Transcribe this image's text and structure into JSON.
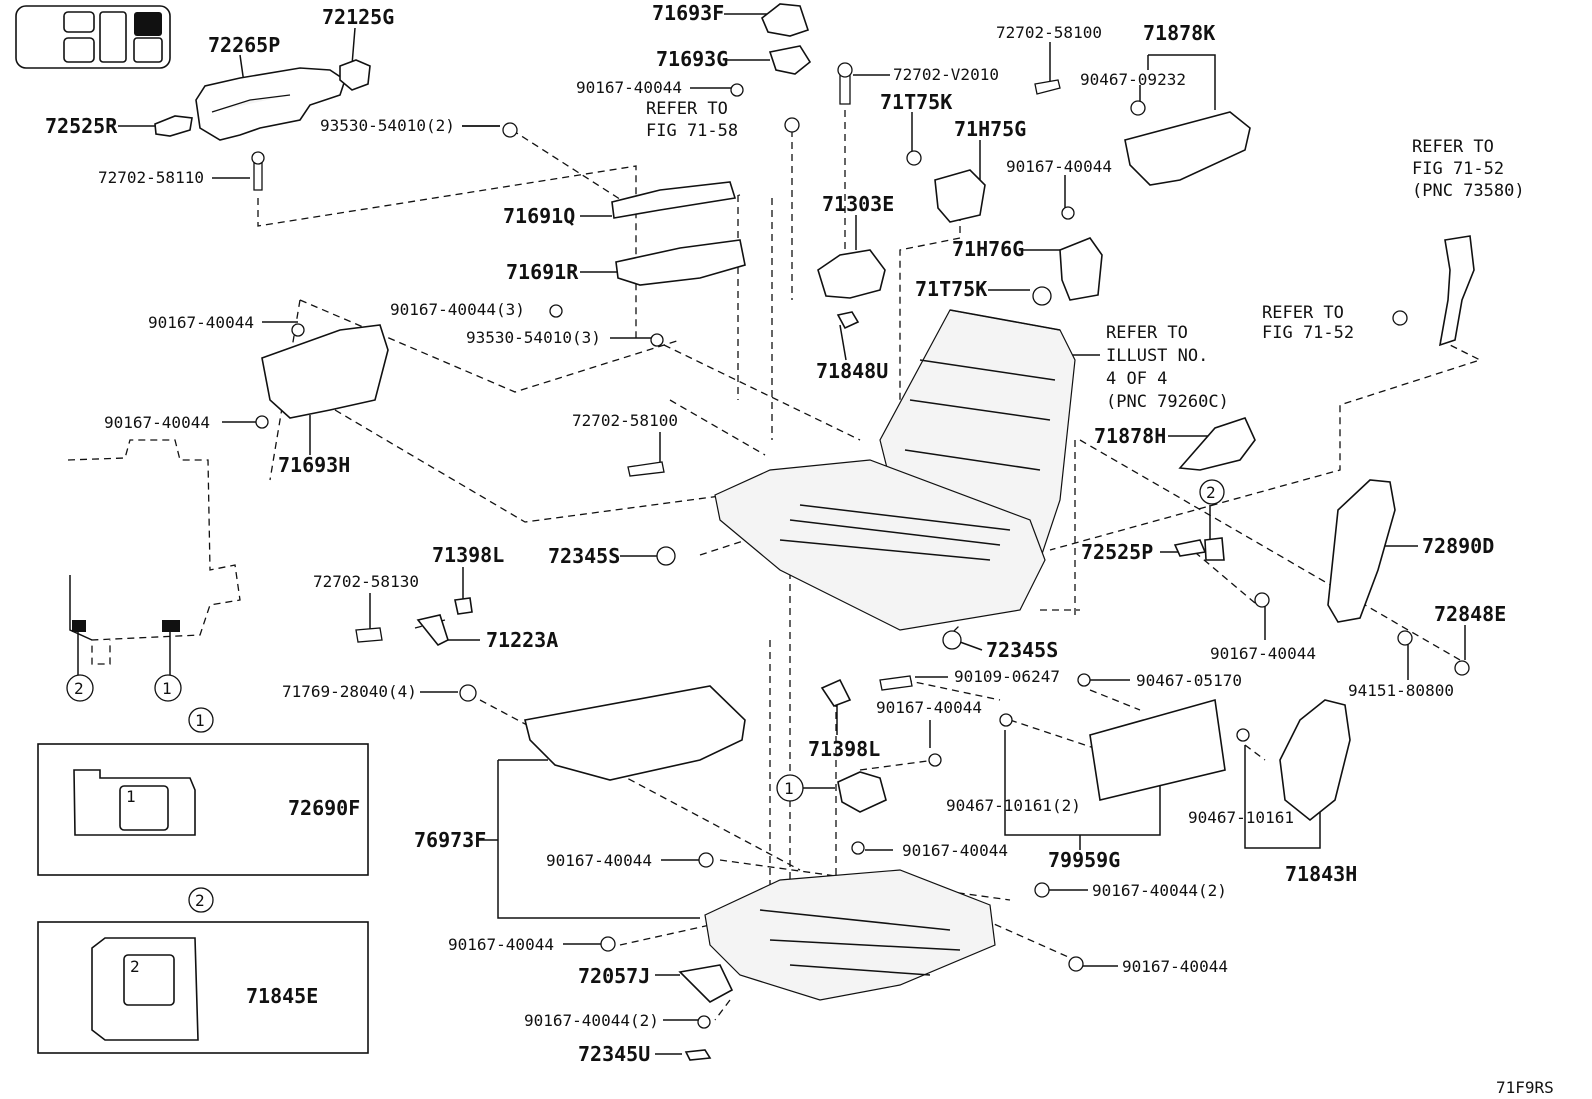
{
  "diagram_id": "71F9RS",
  "labels": {
    "l72265P": "72265P",
    "l72125G": "72125G",
    "l72525R": "72525R",
    "l93530_2": "93530-54010(2)",
    "l72702_58110": "72702-58110",
    "l71693F": "71693F",
    "l71693G": "71693G",
    "l90167_a": "90167-40044",
    "l72702_V2010": "72702-V2010",
    "l72702_58100a": "72702-58100",
    "l71878K": "71878K",
    "l90467_09232": "90467-09232",
    "l71T75K_a": "71T75K",
    "l71H75G": "71H75G",
    "l90167_b": "90167-40044",
    "l71691Q": "71691Q",
    "l71303E": "71303E",
    "l71691R": "71691R",
    "l71H76G": "71H76G",
    "l71T75K_b": "71T75K",
    "l90167_3": "90167-40044(3)",
    "l93530_3": "93530-54010(3)",
    "l90167_c": "90167-40044",
    "l71848U": "71848U",
    "l90167_d": "90167-40044",
    "l71693H": "71693H",
    "l72702_58100b": "72702-58100",
    "l71878H": "71878H",
    "l72345S_a": "72345S",
    "l71398L_a": "71398L",
    "l72702_58130": "72702-58130",
    "l71223A": "71223A",
    "l72525P": "72525P",
    "l72890D": "72890D",
    "l72345S_b": "72345S",
    "l90167_e": "90167-40044",
    "l72848E": "72848E",
    "l90109_06247": "90109-06247",
    "l90467_05170": "90467-05170",
    "l94151_80800": "94151-80800",
    "l71769_4": "71769-28040(4)",
    "l90167_f": "90167-40044",
    "l71398L_b": "71398L",
    "l72690F": "72690F",
    "l76973F": "76973F",
    "l90467_10161_2": "90467-10161(2)",
    "l90467_10161": "90467-10161",
    "l79959G": "79959G",
    "l71843H": "71843H",
    "l90167_g": "90167-40044",
    "l90167_h": "90167-40044",
    "l90167_2a": "90167-40044(2)",
    "l71845E": "71845E",
    "l90167_i": "90167-40044",
    "l90167_j": "90167-40044",
    "l72057J": "72057J",
    "l90167_2b": "90167-40044(2)",
    "l72345U": "72345U"
  },
  "references": {
    "fig7158": [
      "REFER TO",
      "FIG 71-58"
    ],
    "illust": [
      "REFER TO",
      "ILLUST NO.",
      "4 OF 4",
      "(PNC 79260C)"
    ],
    "fig7152a": [
      "REFER TO",
      "FIG 71-52",
      "(PNC 73580)"
    ],
    "fig7152b": [
      "REFER TO",
      "FIG 71-52"
    ]
  },
  "callouts": {
    "one": "1",
    "two": "2"
  }
}
